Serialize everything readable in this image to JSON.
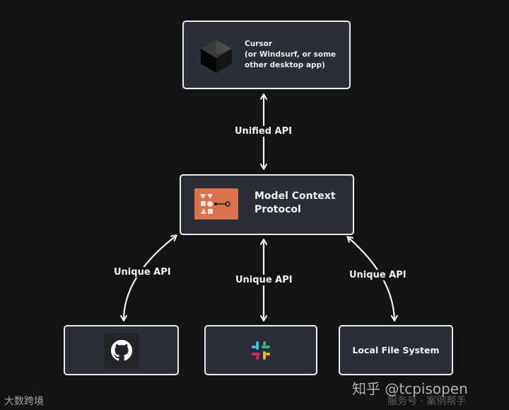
{
  "nodes": {
    "cursor": {
      "text": "Cursor\n(or Windsurf, or some\nother desktop app)"
    },
    "mcp": {
      "text": "Model Context\nProtocol"
    },
    "github": {
      "icon": "github-icon"
    },
    "slack": {
      "icon": "slack-icon"
    },
    "filesystem": {
      "text": "Local File System"
    }
  },
  "edges": {
    "unified": "Unified API",
    "left": "Unique API",
    "middle": "Unique API",
    "right": "Unique API"
  },
  "watermarks": {
    "left": "大数跨境",
    "right": "知乎 @tcpisopen",
    "right_sub": "服务号 · 案例帮手"
  },
  "colors": {
    "background": "#131313",
    "box_fill": "#2a2e36",
    "box_border": "#ececec",
    "mcp_logo": "#d9714c"
  }
}
